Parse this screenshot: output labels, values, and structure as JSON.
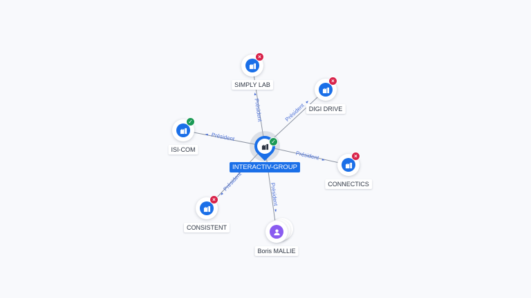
{
  "center": {
    "name": "INTERACTIV-GROUP",
    "status": "active",
    "icon": "company-icon"
  },
  "nodes": [
    {
      "id": "simply-lab",
      "name": "SIMPLY LAB",
      "kind": "company",
      "status": "closed",
      "relation": "Président"
    },
    {
      "id": "digi-drive",
      "name": "DIGI DRIVE",
      "kind": "company",
      "status": "closed",
      "relation": "Président"
    },
    {
      "id": "isi-com",
      "name": "ISI-COM",
      "kind": "company",
      "status": "active",
      "relation": "Président"
    },
    {
      "id": "connectics",
      "name": "CONNECTICS",
      "kind": "company",
      "status": "closed",
      "relation": "Président"
    },
    {
      "id": "consistent",
      "name": "CONSISTENT",
      "kind": "company",
      "status": "closed",
      "relation": "Président"
    },
    {
      "id": "boris-mallie",
      "name": "Boris MALLIE",
      "kind": "person",
      "status": "none",
      "relation": "Président"
    }
  ],
  "colors": {
    "accent": "#1a6fe8",
    "person": "#8a5cf0",
    "active": "#1b9a55",
    "closed": "#d8234a",
    "edge_label": "#4a6fd6",
    "edge": "#8b93a1",
    "background": "#f8f9fc"
  }
}
